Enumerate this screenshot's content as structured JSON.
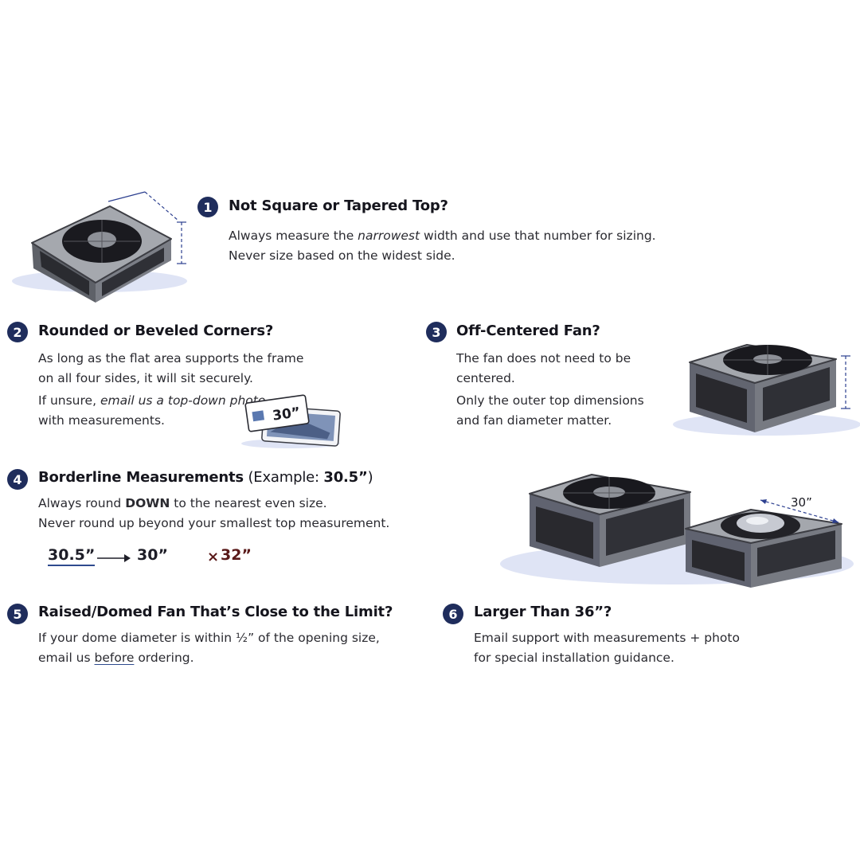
{
  "sections": [
    {
      "number": "1",
      "title": "Not Square or Tapered Top?",
      "lines": [
        {
          "pre": "Always measure the ",
          "em": "narrowest",
          "post": " width and use that number for sizing."
        },
        {
          "text": "Never size based on the widest side."
        }
      ]
    },
    {
      "number": "2",
      "title": "Rounded or Beveled Corners?",
      "lines": [
        {
          "text": "As long as the flat area supports the frame"
        },
        {
          "text": "on all four sides, it will sit securely."
        },
        {
          "pre": "If unsure, ",
          "em": "email us a top-down photo",
          "post": ""
        },
        {
          "text": "with measurements."
        }
      ]
    },
    {
      "number": "3",
      "title": "Off-Centered Fan?",
      "lines": [
        {
          "text": "The fan does not need to be"
        },
        {
          "text": "centered."
        },
        {
          "text": "Only the outer top dimensions"
        },
        {
          "text": "and fan diameter matter."
        }
      ]
    },
    {
      "number": "4",
      "title": "Borderline Measurements",
      "title_suffix_pre": " (Example: ",
      "title_suffix_bold": "30.5”",
      "title_suffix_post": ")",
      "lines": [
        {
          "pre": "Always round ",
          "strong": "DOWN",
          "post": " to the nearest even size."
        },
        {
          "text": "Never round up beyond your smallest top measurement."
        }
      ]
    },
    {
      "number": "5",
      "title": "Raised/Domed Fan That’s Close to the Limit?",
      "lines": [
        {
          "text": "If your dome diameter is within ½” of the opening size,"
        },
        {
          "pre": "email us ",
          "u": "before",
          "post": " ordering."
        }
      ]
    },
    {
      "number": "6",
      "title": "Larger Than 36”?",
      "lines": [
        {
          "text": "Email support with measurements + photo"
        },
        {
          "text": "for special installation guidance."
        }
      ]
    }
  ],
  "example": {
    "measured": "30.5”",
    "rounded": "30”",
    "wrong_mark": "×",
    "wrong": "32”"
  },
  "photo_card_label": "30”",
  "dimension_label": "30”",
  "colors": {
    "badge": "#1f2d5c",
    "dimension_line": "#2c3f8f",
    "unit_body": "#8a8d94",
    "fan": "#1a1a1f"
  }
}
